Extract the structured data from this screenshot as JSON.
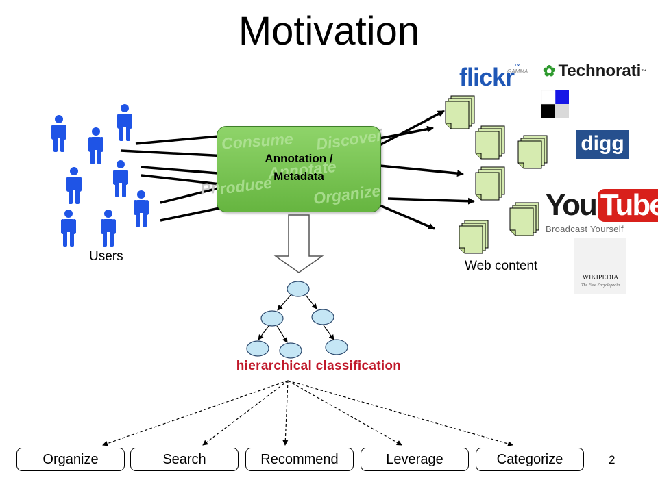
{
  "slide": {
    "title": "Motivation",
    "page_number": "2"
  },
  "center_box": {
    "label_line1": "Annotation /",
    "label_line2": "Metadata",
    "background_words": [
      "Consume",
      "Discover",
      "Annotate",
      "Produce",
      "Organize"
    ]
  },
  "labels": {
    "users": "Users",
    "web_content": "Web content",
    "classification": "hierarchical classification"
  },
  "logos": {
    "flickr": "flickr",
    "flickr_badge": "GAMMA",
    "technorati": "Technorati",
    "digg": "digg",
    "youtube_you": "You",
    "youtube_tube": "Tube",
    "youtube_tagline": "Broadcast Yourself",
    "wikipedia": "WIKIPEDIA",
    "wikipedia_tagline": "The Free Encyclopedia"
  },
  "actions": [
    "Organize",
    "Search",
    "Recommend",
    "Leverage",
    "Categorize"
  ],
  "colors": {
    "user_icon": "#1f54e6",
    "box_green": "#72bf4a",
    "document_fill": "#d6ebb0",
    "tree_node": "#c5e6f5",
    "classification_text": "#c0182a"
  }
}
